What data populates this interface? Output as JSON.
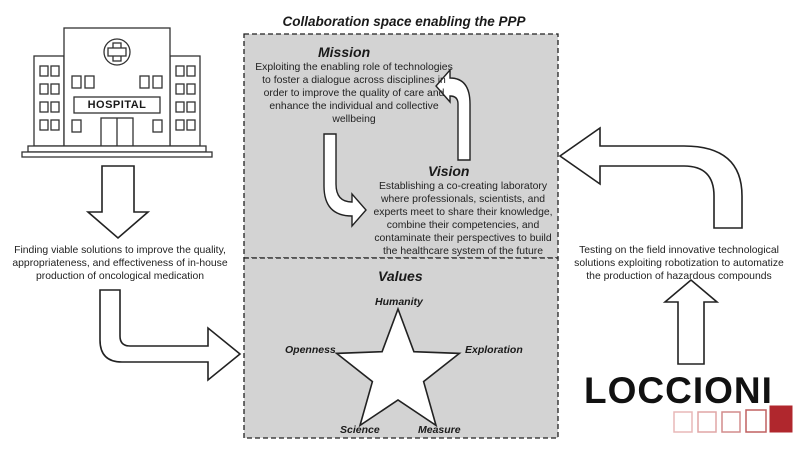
{
  "title": "Collaboration space enabling the PPP",
  "mission": {
    "heading": "Mission",
    "text": "Exploiting the enabling role of technologies to foster a dialogue across disciplines in order to improve the quality of care and enhance the individual and collective wellbeing"
  },
  "vision": {
    "heading": "Vision",
    "text": "Establishing a co-creating laboratory where professionals, scientists, and experts meet to share their knowledge, combine their competencies, and contaminate their perspectives to build the healthcare system of the future"
  },
  "values": {
    "heading": "Values",
    "items": [
      "Humanity",
      "Exploration",
      "Measure",
      "Science",
      "Openness"
    ]
  },
  "hospital": {
    "sign": "HOSPITAL",
    "text": "Finding viable solutions to improve the quality, appropriateness, and effectiveness of in-house production of oncological medication"
  },
  "loccioni": {
    "logo": "LOCCIONI",
    "text": "Testing on the field innovative technological solutions exploiting robotization to automatize the production of hazardous compounds"
  },
  "colors": {
    "box_fill": "#d3d3d3",
    "logo_accent": "#b0272d",
    "line": "#222222"
  }
}
